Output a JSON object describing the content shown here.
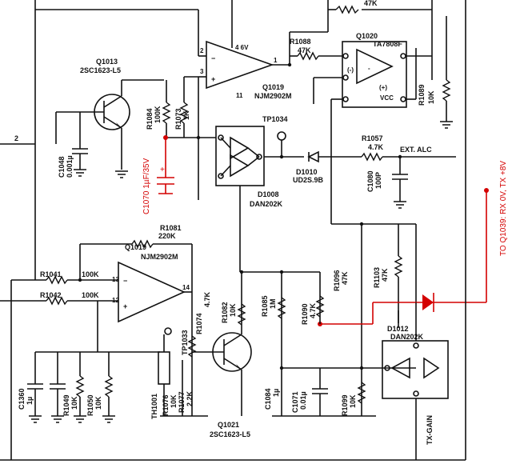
{
  "labels": {
    "r_top": "47K",
    "r1088": "R1088",
    "r1088_val": "47K",
    "q1020": "Q1020",
    "q1020_part": "TA7808F",
    "ic_minus": "(-)",
    "ic_plus": "(+)",
    "ic_vcc": "VCC",
    "ic_q1020_minus": "-",
    "r1089": "R1089",
    "r1089_val": "10K",
    "opamp_top_pins": "4 6V",
    "opamp_pin2": "2",
    "opamp_pin3": "3",
    "opamp_pin1": "1",
    "opamp_pin11": "11",
    "q1019_top": "Q1019",
    "q1019_top_part": "NJM2902M",
    "q1013": "Q1013",
    "q1013_part": "2SC1623-L5",
    "r1084": "R1084",
    "r1084_val": "100K",
    "r1073": "R1073",
    "r1073_val": "1K",
    "c1070_red": "C1070  1µF/35V",
    "c1048": "C1048",
    "c1048_val": "0.001µ",
    "left_pin2": "2",
    "tp1034": "TP1034",
    "r1057": "R1057",
    "r1057_val": "4.7K",
    "ext_alc": "EXT. ALC",
    "d1010": "D1010",
    "d1010_part": "UD2S.9B",
    "c1080": "C1080",
    "c1080_val": "100P",
    "d1008": "D1008",
    "d1008_part": "DAN202K",
    "r1081": "R1081",
    "r1081_val": "220K",
    "q1019_bot": "Q1019",
    "q1019_bot_part": "NJM2902M",
    "r1041": "R1041",
    "r1041_val": "100K",
    "r1042": "R1042",
    "r1042_val": "100K",
    "opamp2_pin13": "13",
    "opamp2_pin12": "12",
    "opamp2_pin14": "14",
    "r1074": "R1074",
    "r1074_val": "4.7K",
    "tp1033": "TP1033",
    "r1082": "R1082",
    "r1082_val": "10K",
    "r1085": "R1085",
    "r1085_val": "1M",
    "r1090": "R1090",
    "r1090_val": "4.7K",
    "r1096": "R1096",
    "r1096_val": "47K",
    "r1103": "R1103",
    "r1103_val": "47K",
    "q1021": "Q1021",
    "q1021_part": "2SC1623-L5",
    "c1084": "C1084",
    "c1084_val": "1µ",
    "c1071": "C1071",
    "c1071_val": "0.01µ",
    "r1099": "R1099",
    "r1099_val": "10K",
    "d1012": "D1012",
    "d1012_part": "DAN202K",
    "tx_gain": "TX-GAIN",
    "c1360": "C1360",
    "c1360_val": "1µ",
    "r1049": "R1049",
    "r1049_val": "10K",
    "r1050": "R1050",
    "r1050_val": "10K",
    "r1076": "R1076",
    "r1076_val": "10K",
    "r1077": "R1077",
    "r1077_val": "2.2K",
    "th1001": "TH1001",
    "to_q1039_red": "TO Q1039:  RX 0V, TX +8V"
  },
  "colors": {
    "wire": "#111111",
    "mod": "#d40000"
  }
}
